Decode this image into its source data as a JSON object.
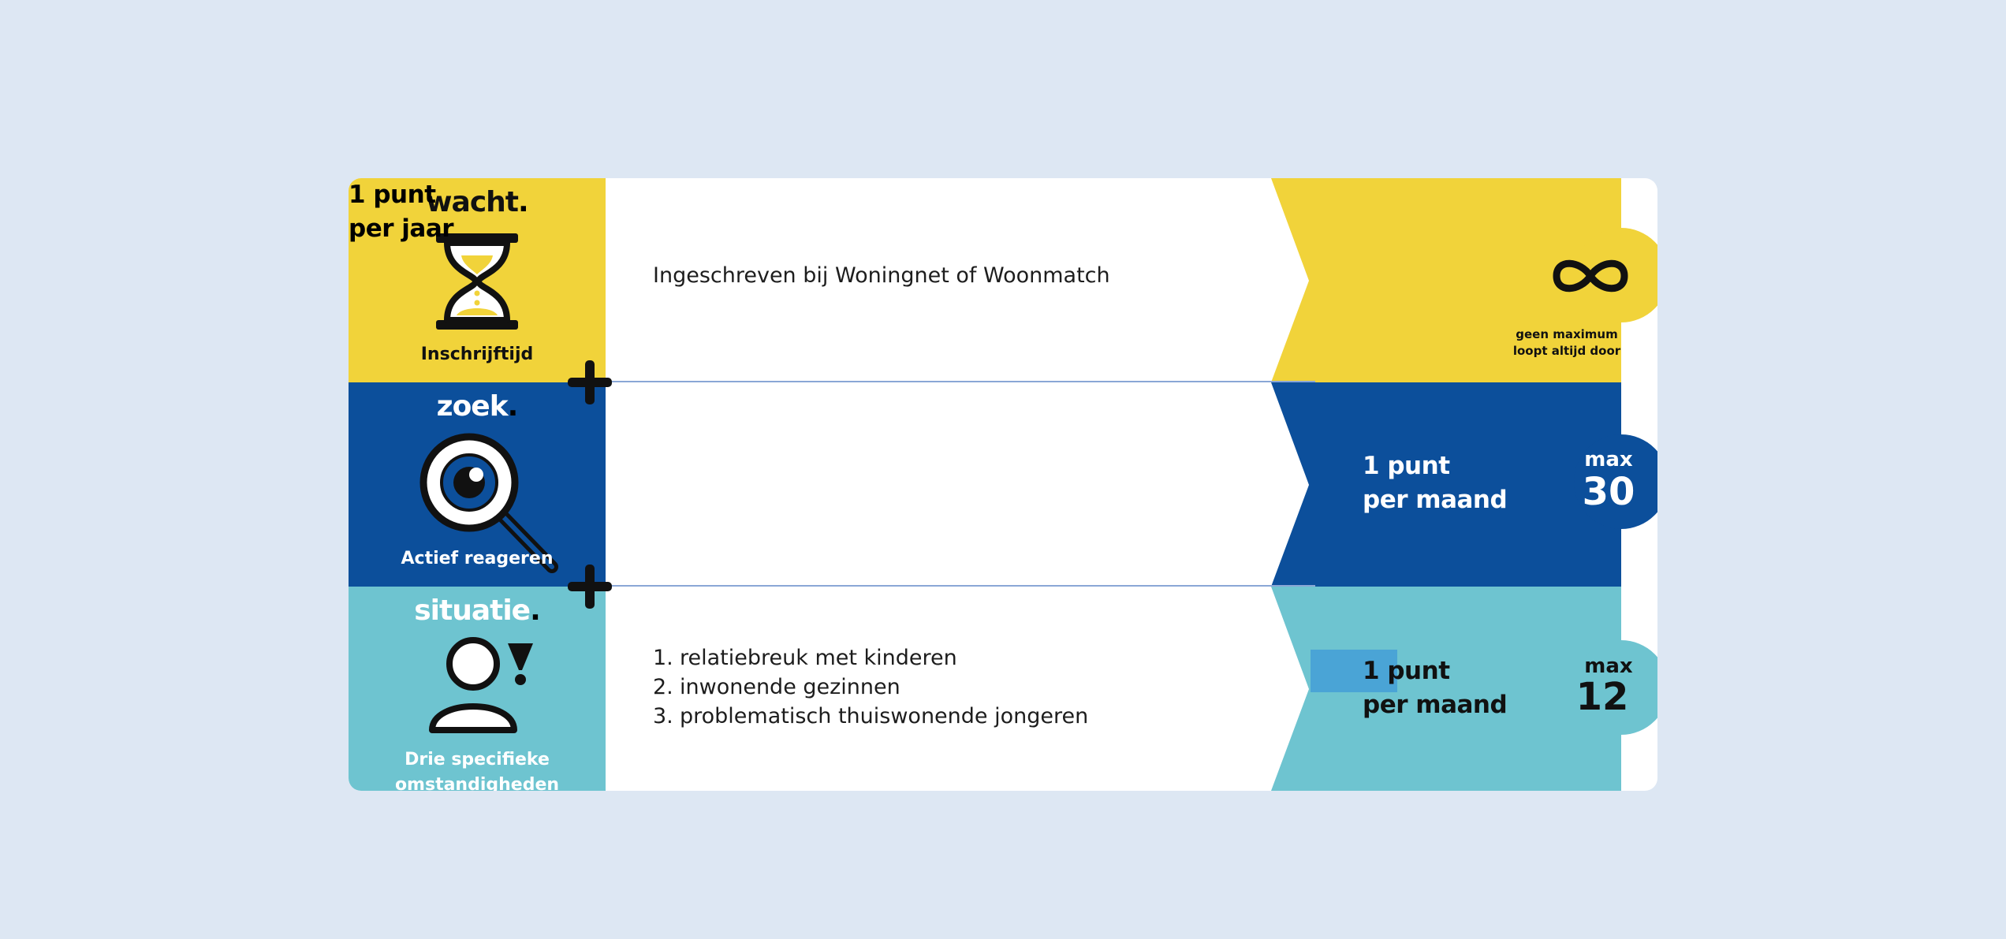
{
  "rows": [
    {
      "title_word": "wacht",
      "title_dot": ".",
      "label": "Inschrijftijd",
      "description": "Ingeschreven bij Woningnet of Woonmatch",
      "points_line1": "1 punt",
      "points_line2": "per jaar",
      "max_note_line1": "geen maximum",
      "max_note_line2": "loopt altijd door",
      "icon": "hourglass-icon",
      "cap_icon": "infinity-icon"
    },
    {
      "title_word": "zoek",
      "title_dot": ".",
      "label": "Actief reageren",
      "description": "",
      "points_line1": "1 punt",
      "points_line2": "per maand",
      "max_label": "max",
      "max_value": "30",
      "icon": "magnifier-eye-icon"
    },
    {
      "title_word": "situatie",
      "title_dot": ".",
      "label_line1": "Drie specifieke",
      "label_line2": "omstandigheden",
      "list": [
        {
          "num": "1.",
          "text": "relatiebreuk met kinderen"
        },
        {
          "num": "2.",
          "text": "inwonende gezinnen"
        },
        {
          "num": "3.",
          "text": "problematisch thuiswonende jongeren"
        }
      ],
      "points_line1": "1 punt",
      "points_line2": "per maand",
      "max_label": "max",
      "max_value": "12",
      "icon": "person-exclamation-icon"
    }
  ],
  "colors": {
    "background": "#dde7f3",
    "yellow": "#f1d33a",
    "blue": "#0c4f9b",
    "teal": "#6ec4d0",
    "highlight": "#4aa4d6"
  },
  "connector_icon": "plus-icon"
}
